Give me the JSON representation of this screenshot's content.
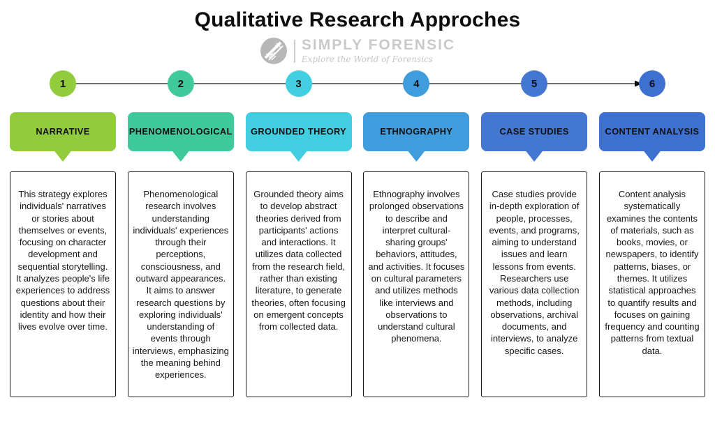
{
  "title": "Qualitative Research Approches",
  "logo": {
    "name": "SIMPLY FORENSIC",
    "tagline": "Explore the World of Forensics",
    "icon": "forensic-dna-circle-icon",
    "text_color": "#c9c9c9"
  },
  "timeline": {
    "line_color": "#3e3e3e",
    "arrow": "right-arrowhead"
  },
  "columns": [
    {
      "number": "1",
      "header": "NARRATIVE",
      "color": "#92cc3c",
      "description": "This strategy explores individuals' narratives or stories about themselves or events, focusing on character development and sequential storytelling. It analyzes people's life experiences to address questions about their identity and how their lives evolve over time."
    },
    {
      "number": "2",
      "header": "PHENOMENOLOGICAL",
      "color": "#40c99b",
      "description": "Phenomenological research involves understanding individuals' experiences through their perceptions, consciousness, and outward appearances. It aims to answer research questions by exploring individuals' understanding of events through interviews, emphasizing the meaning behind experiences."
    },
    {
      "number": "3",
      "header": "GROUNDED THEORY",
      "color": "#42cee1",
      "description": "Grounded theory aims to develop abstract theories derived from participants' actions and interactions. It utilizes data collected from the research field, rather than existing literature, to generate theories, often focusing on emergent concepts from collected data."
    },
    {
      "number": "4",
      "header": "ETHNOGRAPHY",
      "color": "#3f9ddd",
      "description": "Ethnography involves prolonged observations to describe and interpret cultural-sharing groups' behaviors, attitudes, and activities. It focuses on cultural parameters and utilizes methods like interviews and observations to understand cultural phenomena."
    },
    {
      "number": "5",
      "header": "CASE STUDIES",
      "color": "#4377d2",
      "description": "Case studies provide in-depth exploration of people, processes, events, and programs, aiming to understand issues and learn lessons from events. Researchers use various data collection methods, including observations, archival documents, and interviews, to analyze specific cases."
    },
    {
      "number": "6",
      "header": "CONTENT ANALYSIS",
      "color": "#3d70d0",
      "description": "Content analysis systematically examines the contents of materials, such as books, movies, or newspapers, to identify patterns, biases, or themes. It utilizes statistical approaches to quantify results and focuses on gaining frequency and counting patterns from textual data."
    }
  ]
}
